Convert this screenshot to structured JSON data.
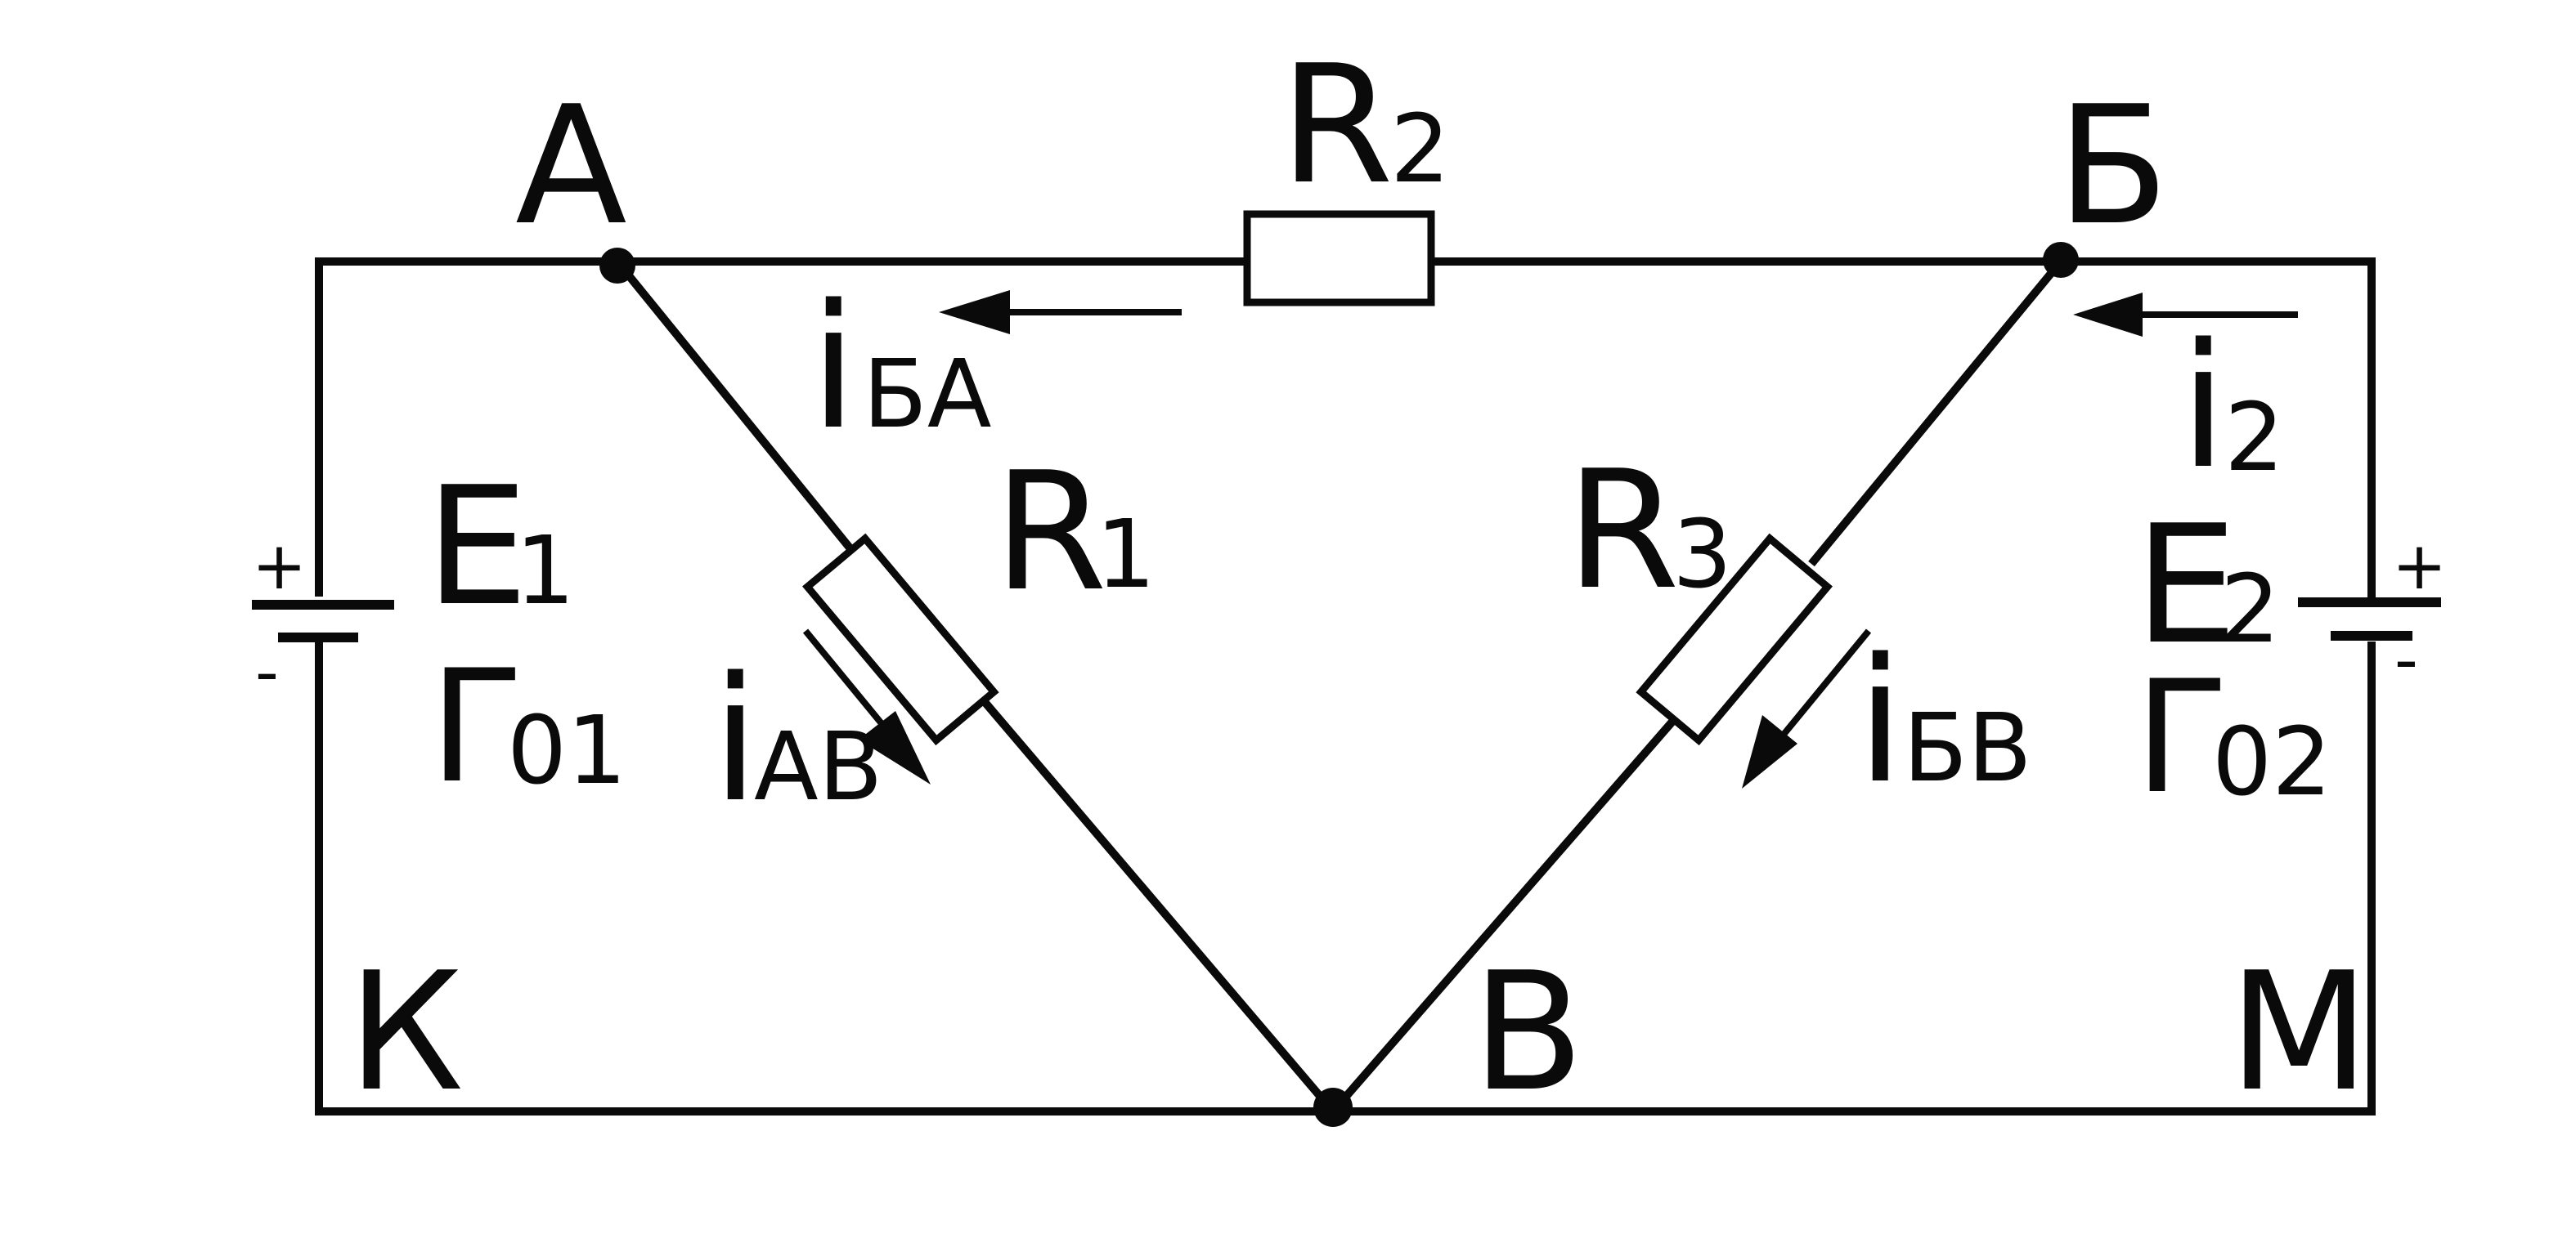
{
  "nodes": {
    "A": "А",
    "B_cyr": "Б",
    "V": "В",
    "K": "К",
    "M": "М"
  },
  "resistors": {
    "r1": {
      "main": "R",
      "sub": "1"
    },
    "r2": {
      "main": "R",
      "sub": "2"
    },
    "r3": {
      "main": "R",
      "sub": "3"
    }
  },
  "sources": {
    "e1": {
      "main": "E",
      "sub": "1",
      "r_main": "Г",
      "r_sub": "01",
      "plus": "+",
      "minus": "-"
    },
    "e2": {
      "main": "E",
      "sub": "2",
      "r_main": "Г",
      "r_sub": "02",
      "plus": "+",
      "minus": "-"
    }
  },
  "currents": {
    "i_ba": {
      "main": "i",
      "sub": "БА"
    },
    "i_2": {
      "main": "i",
      "sub": "2"
    },
    "i_av": {
      "main": "i",
      "sub": "АВ"
    },
    "i_bv": {
      "main": "i",
      "sub": "БВ"
    }
  }
}
